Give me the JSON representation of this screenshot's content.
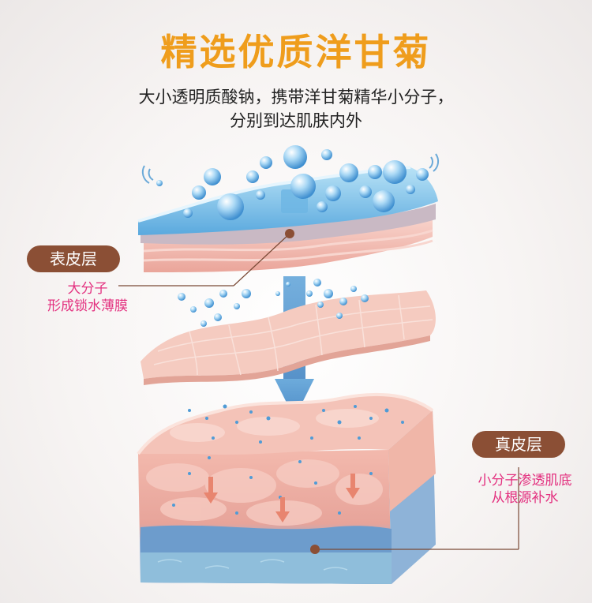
{
  "title": "精选优质洋甘菊",
  "subtitle": {
    "line1": "大小透明质酸钠，携带洋甘菊精华小分子，",
    "line2": "分别到达肌肤内外"
  },
  "epidermis": {
    "label": "表皮层",
    "note_line1": "大分子",
    "note_line2": "形成锁水薄膜"
  },
  "dermis": {
    "label": "真皮层",
    "note_line1": "小分子渗透肌底",
    "note_line2": "从根源补水"
  },
  "colors": {
    "title": "#ef9d1c",
    "badge": "#8b4f35",
    "note": "#e3307f"
  }
}
